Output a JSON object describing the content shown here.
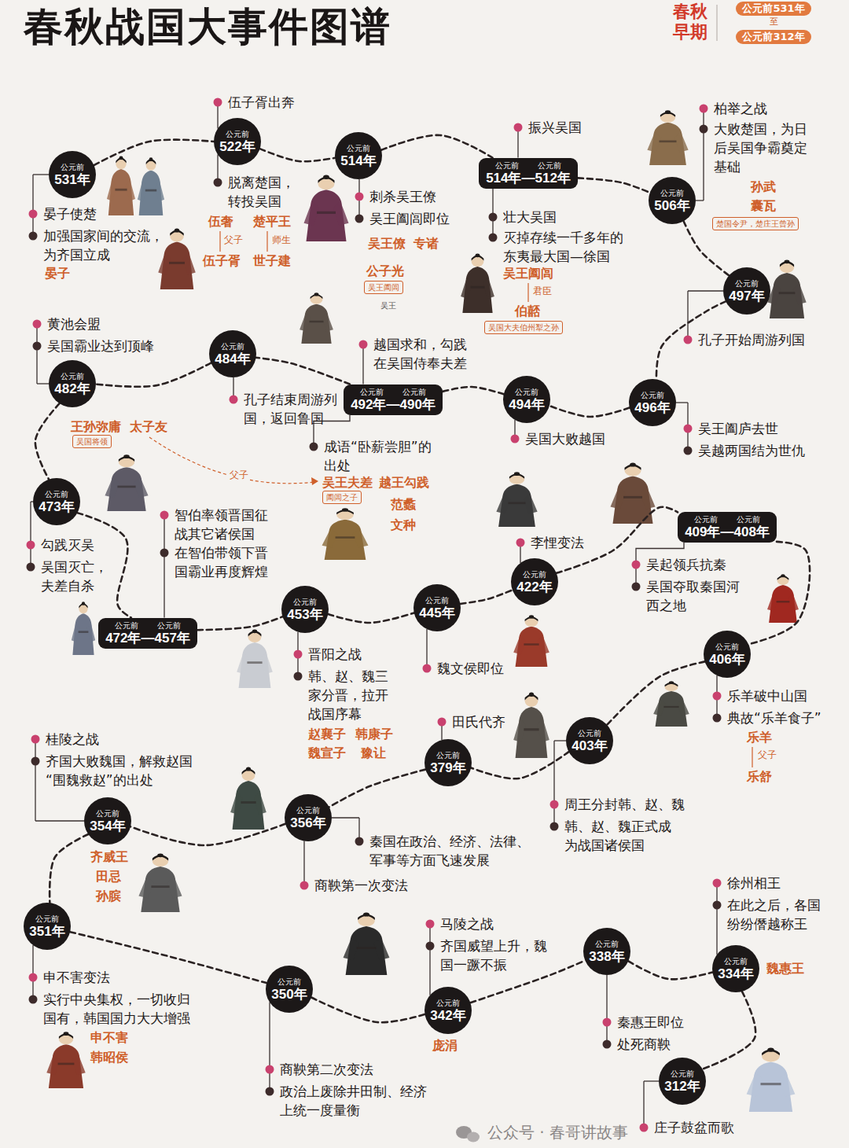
{
  "diagram": {
    "title": "春秋战国大事件图谱",
    "nodes": [
      {
        "text": [
          "公元前531年"
        ]
      },
      {
        "text": [
          "公元前312年"
        ]
      },
      {
        "text": [
          "公元前",
          "531年"
        ]
      },
      {
        "text": [
          "公元前",
          "522年"
        ]
      },
      {
        "text": [
          "公元前",
          "514年"
        ]
      },
      {
        "text": [
          "公元前",
          "公元前",
          "514年—512年"
        ]
      },
      {
        "text": [
          "公元前",
          "506年"
        ]
      },
      {
        "text": [
          "公元前",
          "497年"
        ]
      },
      {
        "text": [
          "公元前",
          "496年"
        ]
      },
      {
        "text": [
          "公元前",
          "494年"
        ]
      },
      {
        "text": [
          "公元前",
          "公元前",
          "492年—490年"
        ]
      },
      {
        "text": [
          "公元前",
          "484年"
        ]
      },
      {
        "text": [
          "公元前",
          "482年"
        ]
      },
      {
        "text": [
          "公元前",
          "473年"
        ]
      },
      {
        "text": [
          "公元前",
          "公元前",
          "472年—457年"
        ]
      },
      {
        "text": [
          "公元前",
          "453年"
        ]
      },
      {
        "text": [
          "公元前",
          "445年"
        ]
      },
      {
        "text": [
          "公元前",
          "422年"
        ]
      },
      {
        "text": [
          "公元前",
          "公元前",
          "409年—408年"
        ]
      },
      {
        "text": [
          "公元前",
          "406年"
        ]
      },
      {
        "text": [
          "公元前",
          "403年"
        ]
      },
      {
        "text": [
          "公元前",
          "379年"
        ]
      },
      {
        "text": [
          "公元前",
          "356年"
        ]
      },
      {
        "text": [
          "公元前",
          "354年"
        ]
      },
      {
        "text": [
          "公元前",
          "351年"
        ]
      },
      {
        "text": [
          "公元前",
          "350年"
        ]
      },
      {
        "text": [
          "公元前",
          "342年"
        ]
      },
      {
        "text": [
          "公元前",
          "338年"
        ]
      },
      {
        "text": [
          "公元前",
          "334年"
        ]
      },
      {
        "text": [
          "公元前",
          "312年"
        ]
      },
      {
        "text": [
          "吴王阖闾"
        ]
      },
      {
        "text": [
          "吴国大夫伯州犁之孙"
        ]
      },
      {
        "text": [
          "楚国令尹，楚庄王曾孙"
        ]
      },
      {
        "text": [
          "阖闾之子"
        ]
      },
      {
        "text": [
          "吴国将领"
        ]
      }
    ],
    "edges": [
      {
        "from": 2,
        "to": 3,
        "arrow": "none"
      },
      {
        "from": 3,
        "to": 4,
        "arrow": "none"
      },
      {
        "from": 4,
        "to": 5,
        "arrow": "none"
      },
      {
        "from": 5,
        "to": 6,
        "arrow": "none"
      },
      {
        "from": 6,
        "to": 7,
        "arrow": "none"
      },
      {
        "from": 7,
        "to": 8,
        "arrow": "none"
      },
      {
        "from": 8,
        "to": 9,
        "arrow": "none"
      },
      {
        "from": 9,
        "to": 10,
        "arrow": "none"
      },
      {
        "from": 10,
        "to": 11,
        "arrow": "none"
      },
      {
        "from": 11,
        "to": 12,
        "arrow": "none"
      },
      {
        "from": 12,
        "to": 13,
        "arrow": "none"
      },
      {
        "from": 13,
        "to": 14,
        "arrow": "none"
      },
      {
        "from": 14,
        "to": 15,
        "arrow": "none"
      },
      {
        "from": 15,
        "to": 16,
        "arrow": "none"
      },
      {
        "from": 16,
        "to": 17,
        "arrow": "none"
      },
      {
        "from": 17,
        "to": 18,
        "arrow": "none"
      },
      {
        "from": 18,
        "to": 19,
        "arrow": "none"
      },
      {
        "from": 19,
        "to": 20,
        "arrow": "none"
      },
      {
        "from": 20,
        "to": 21,
        "arrow": "none"
      },
      {
        "from": 21,
        "to": 22,
        "arrow": "none"
      },
      {
        "from": 22,
        "to": 23,
        "arrow": "none"
      },
      {
        "from": 23,
        "to": 24,
        "arrow": "none"
      },
      {
        "from": 24,
        "to": 25,
        "arrow": "none"
      },
      {
        "from": 25,
        "to": 26,
        "arrow": "none"
      },
      {
        "from": 26,
        "to": 27,
        "arrow": "none"
      },
      {
        "from": 27,
        "to": 28,
        "arrow": "none"
      },
      {
        "from": 28,
        "to": 29,
        "arrow": "none"
      }
    ],
    "labels": [
      "春秋早期",
      "至",
      "晏子使楚",
      "加强国家间的交流，为齐国立成",
      "晏子",
      "伍子胥出奔",
      "脱离楚国，转投吴国",
      "伍奢",
      "楚平王",
      "父子",
      "师生",
      "伍子胥",
      "世子建",
      "刺杀吴王僚",
      "吴王阖闾即位",
      "吴王僚",
      "专诸",
      "公子光",
      "吴王",
      "振兴吴国",
      "壮大吴国",
      "灭掉存续一千多年的东夷最大国—徐国",
      "吴王阖闾",
      "君臣",
      "伯嚭",
      "柏举之战",
      "大败楚国，为日后吴国争霸奠定基础",
      "孙武",
      "囊瓦",
      "孔子开始周游列国",
      "黄池会盟",
      "吴国霸业达到顶峰",
      "越国求和，勾践在吴国侍奉夫差",
      "孔子结束周游列国，返回鲁国",
      "吴国大败越国",
      "吴王阖庐去世",
      "吴越两国结为世仇",
      "王孙弥庸",
      "太子友",
      "成语“卧薪尝胆”的出处",
      "父子",
      "吴王夫差",
      "越王勾践",
      "范蠡",
      "文种",
      "智伯率领晋国征战其它诸侯国",
      "在智伯带领下晋国霸业再度辉煌",
      "勾践灭吴",
      "吴国灭亡，夫差自杀",
      "李悝变法",
      "吴起领兵抗秦",
      "吴国夺取秦国河西之地",
      "晋阳之战",
      "韩、赵、魏三家分晋，拉开战国序幕",
      "赵襄子",
      "韩康子",
      "魏宣子",
      "豫让",
      "魏文侯即位",
      "乐羊破中山国",
      "典故“乐羊食子”",
      "乐羊",
      "父子",
      "乐舒",
      "田氏代齐",
      "桂陵之战",
      "齐国大败魏国，解救赵国“围魏救赵”的出处",
      "周王分封韩、赵、魏",
      "韩、赵、魏正式成为战国诸侯国",
      "秦国在政治、经济、法律、军事等方面飞速发展",
      "商鞅第一次变法",
      "齐威王",
      "田忌",
      "孙膑",
      "徐州相王",
      "在此之后，各国纷纷僭越称王",
      "马陵之战",
      "齐国威望上升，魏国一蹶不振",
      "申不害变法",
      "实行中央集权，一切收归国有，韩国国力大大增强",
      "魏惠王",
      "秦惠王即位",
      "处死商鞅",
      "申不害",
      "韩昭侯",
      "庞涓",
      "商鞅第二次变法",
      "政治上废除井田制、经济上统一度量衡",
      "庄子鼓盆而歌",
      "公众号 · 春哥讲故事"
    ]
  }
}
